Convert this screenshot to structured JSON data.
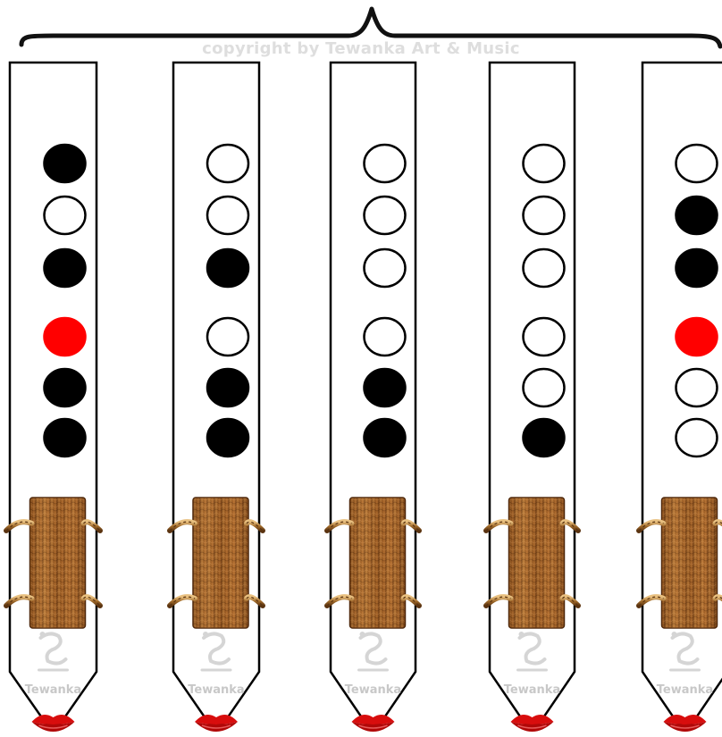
{
  "copyright": "copyright by Tewanka Art & Music",
  "logo_text": "Tewanka",
  "colors": {
    "closed": "#000000",
    "open": "#ffffff",
    "half": "#ff0000",
    "outline": "#000000",
    "wood": "#a0622b",
    "lips": "#d80d0d",
    "watermark": "#c8c8c8"
  },
  "fingerings": [
    [
      "closed",
      "open",
      "closed",
      "half",
      "closed",
      "closed"
    ],
    [
      "open",
      "open",
      "closed",
      "open",
      "closed",
      "closed"
    ],
    [
      "open",
      "open",
      "open",
      "open",
      "closed",
      "closed"
    ],
    [
      "open",
      "open",
      "open",
      "open",
      "open",
      "closed"
    ],
    [
      "open",
      "closed",
      "closed",
      "half",
      "open",
      "open"
    ]
  ]
}
